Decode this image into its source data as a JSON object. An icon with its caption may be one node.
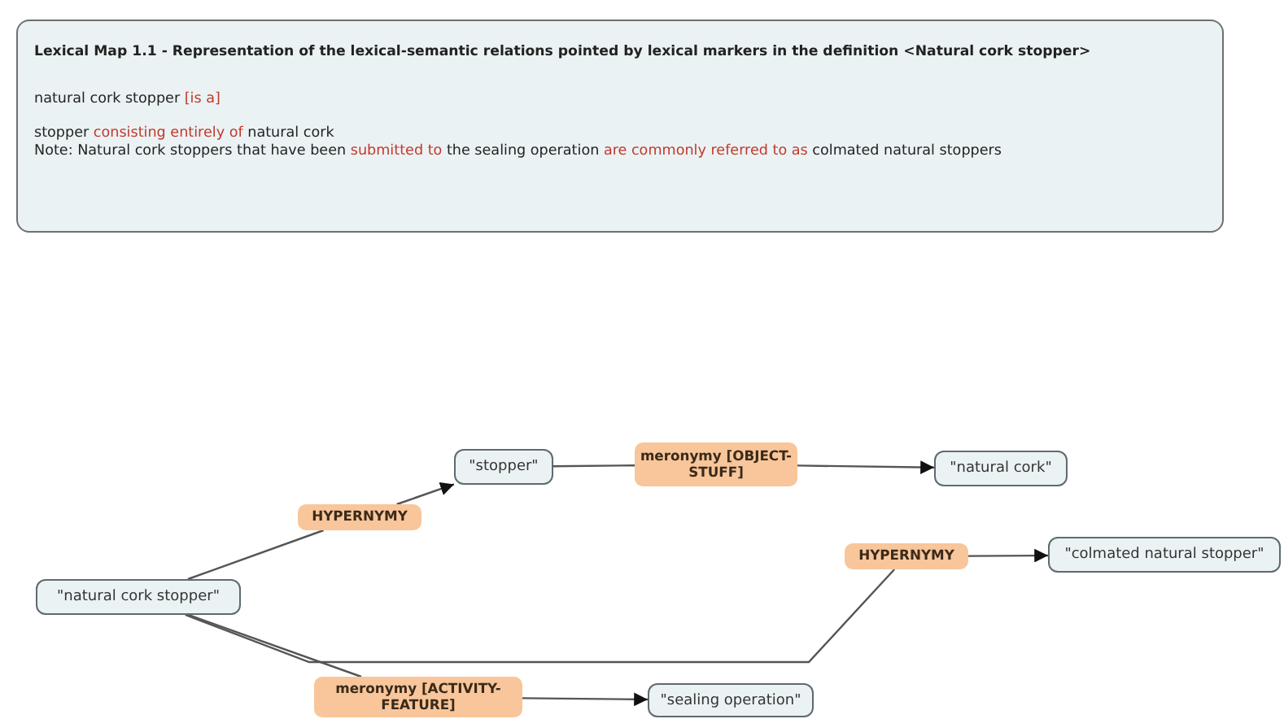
{
  "diagram": {
    "nodes": [
      {
        "text": [
          "Lexical Map 1.1 - Representation of the lexical-semantic relations pointed by lexical markers in the definition <Natural cork stopper>",
          "natural cork stopper *[is a]*",
          "stopper *consisting entirely of* natural cork",
          "Note: Natural cork stoppers that have been *submitted to* the sealing operation *are commonly referred to as* colmated natural stoppers"
        ]
      },
      {
        "text": [
          "\"natural cork stopper\""
        ]
      },
      {
        "text": [
          "HYPERNYMY"
        ]
      },
      {
        "text": [
          "\"stopper\""
        ]
      },
      {
        "text": [
          "meronymy [OBJECT-STUFF]"
        ]
      },
      {
        "text": [
          "\"natural cork\""
        ]
      },
      {
        "text": [
          "HYPERNYMY"
        ]
      },
      {
        "text": [
          "\"colmated natural stopper\""
        ]
      },
      {
        "text": [
          "meronymy [ACTIVITY-FEATURE]"
        ]
      },
      {
        "text": [
          "\"sealing operation\""
        ]
      }
    ],
    "edges": [
      {
        "from": 1,
        "to": 2,
        "arrow": "none"
      },
      {
        "from": 2,
        "to": 3,
        "arrow": "to"
      },
      {
        "from": 3,
        "to": 4,
        "arrow": "none"
      },
      {
        "from": 4,
        "to": 5,
        "arrow": "to"
      },
      {
        "from": 1,
        "to": 6,
        "arrow": "none"
      },
      {
        "from": 6,
        "to": 7,
        "arrow": "to"
      },
      {
        "from": 1,
        "to": 8,
        "arrow": "none"
      },
      {
        "from": 8,
        "to": 9,
        "arrow": "to"
      }
    ]
  }
}
